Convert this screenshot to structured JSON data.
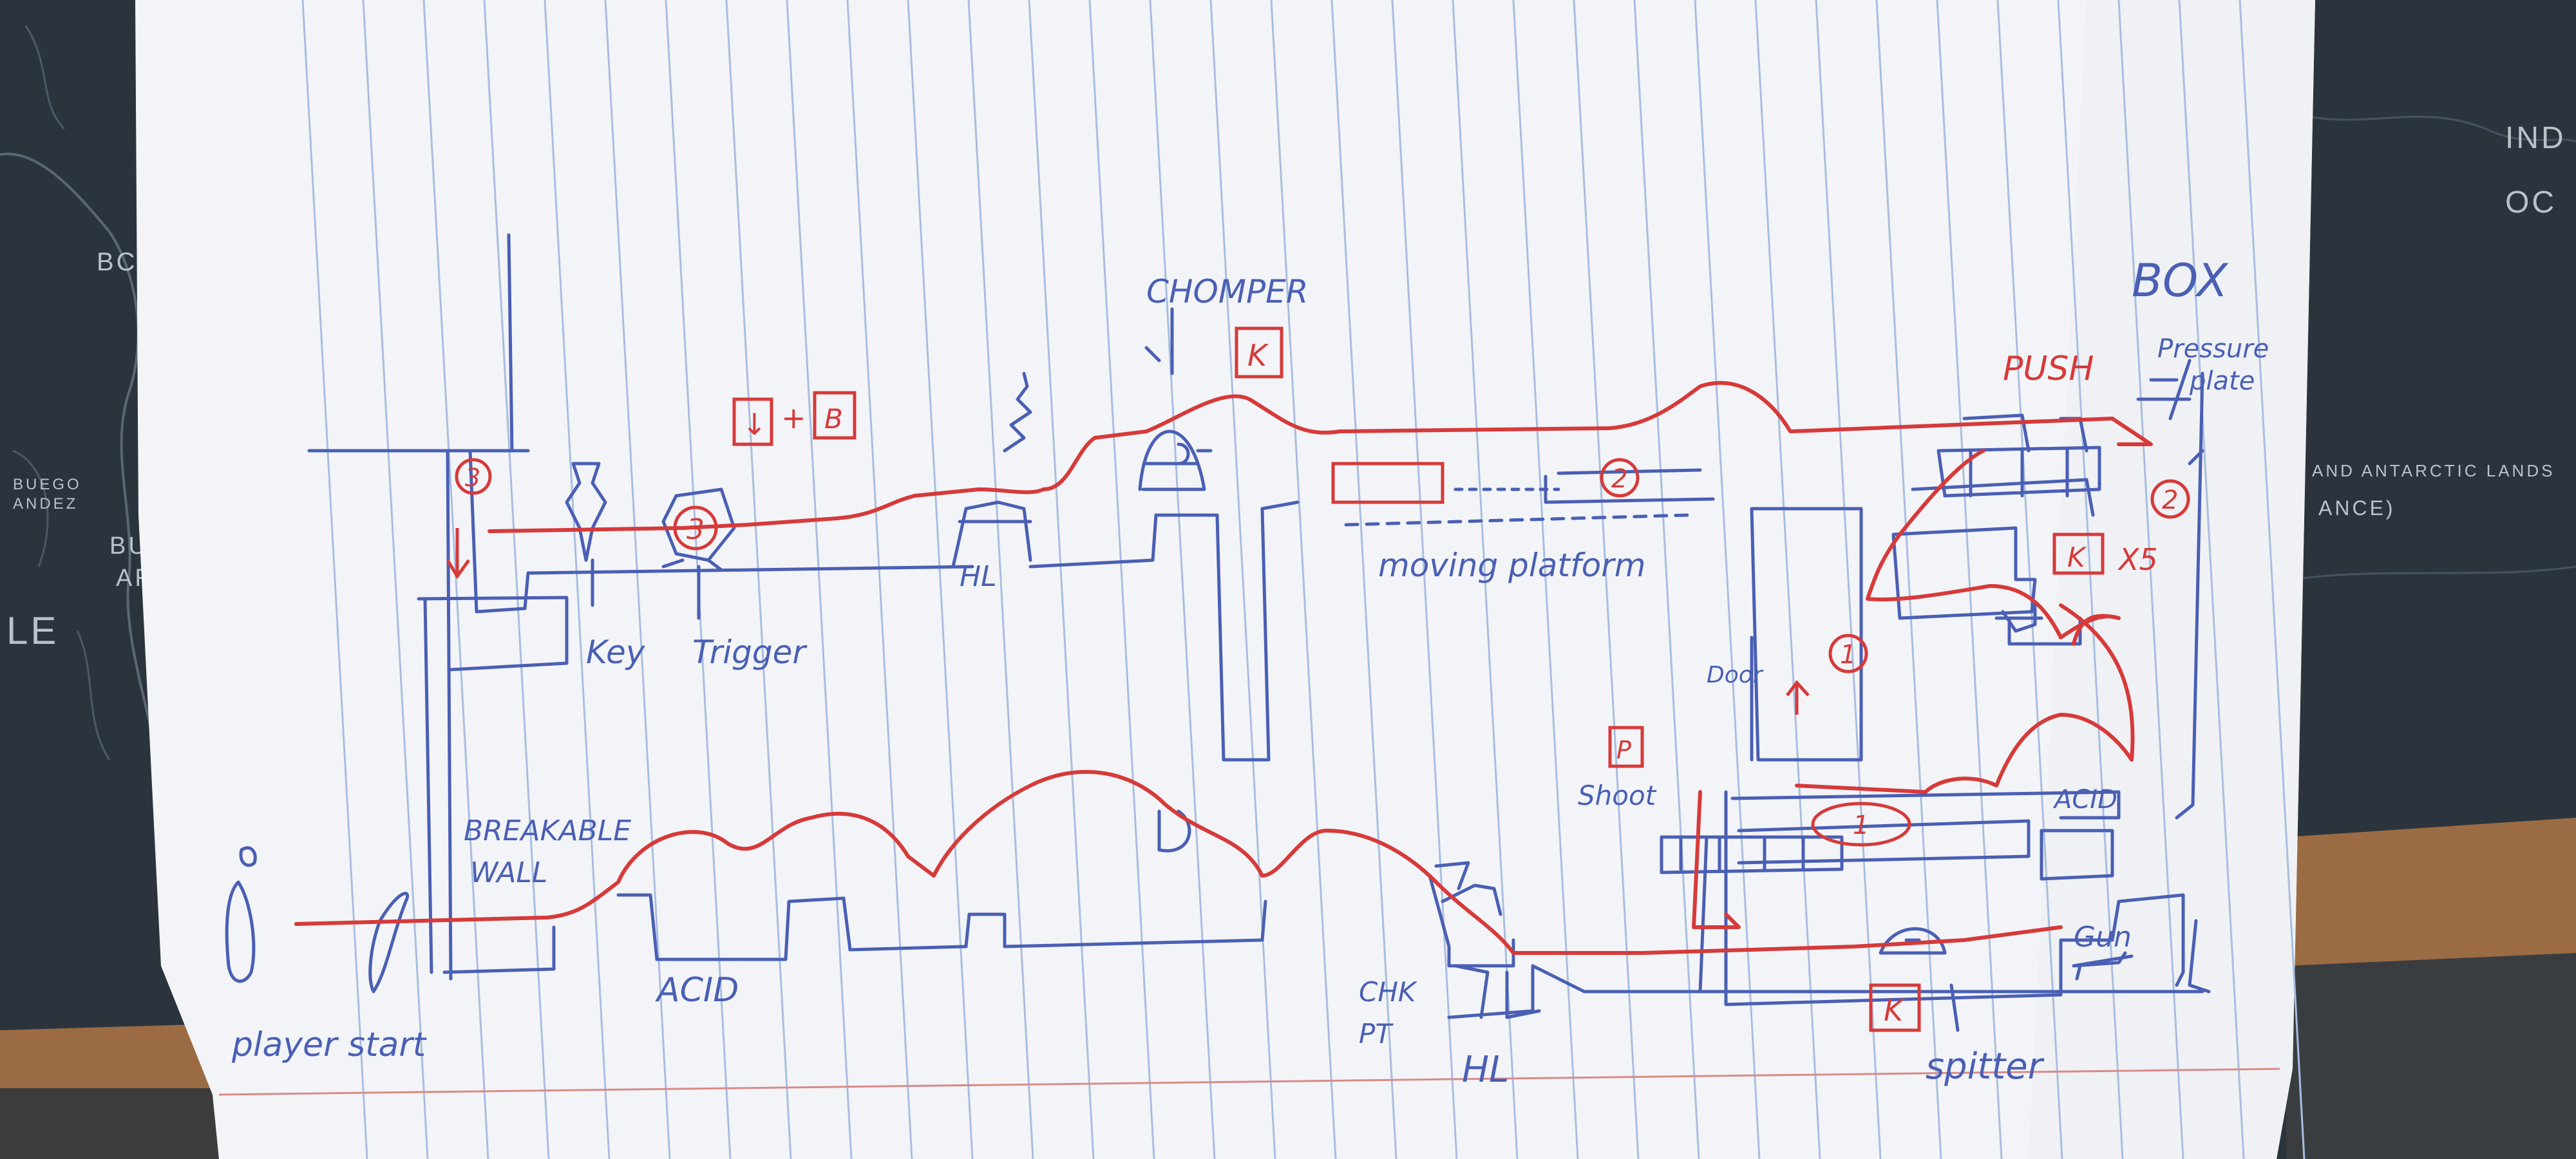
{
  "colors": {
    "paper": "#f3f4f7",
    "ruled_line": "#a9bedf",
    "margin_line": "#d98a8a",
    "pen_blue": "#4a5fb4",
    "pen_red": "#d63a3a",
    "desk_mat": "#2b343d",
    "wood": "#9b6b43"
  },
  "background_map": {
    "left_texts": [
      "BC",
      "LE",
      "BUE",
      "AR",
      "BUEGO",
      "ANDEZ"
    ],
    "right_texts": [
      "IND",
      "OC",
      "AND ANTARCTIC LANDS",
      "ANCE)"
    ]
  },
  "labels_blue": {
    "player_start": "player start",
    "breakable_wall_1": "BREAKABLE",
    "breakable_wall_2": "WALL",
    "acid_left": "ACID",
    "key": "Key",
    "trigger": "Trigger",
    "hl_top": "HL",
    "chomper": "CHOMPER",
    "moving_platform": "moving platform",
    "chk_1": "CHK",
    "chk_2": "PT",
    "hl_bottom": "HL",
    "door": "Door",
    "shoot": "Shoot",
    "acid_right": "ACID",
    "gun": "Gun",
    "spitter": "spitter",
    "push": "PUSH",
    "box": "BOX",
    "pressure_1": "Pressure",
    "pressure_2": "plate",
    "times_five": "X5"
  },
  "labels_red": {
    "key_box_1": "K",
    "key_box_2": "K",
    "key_box_3": "K",
    "combo_down": "↓",
    "combo_plus": "+",
    "combo_b": "B",
    "shoot_box": "P",
    "marker_3a": "3",
    "marker_3b": "3",
    "marker_2a": "2",
    "marker_2b": "2",
    "marker_1a": "1",
    "marker_1b": "1"
  }
}
